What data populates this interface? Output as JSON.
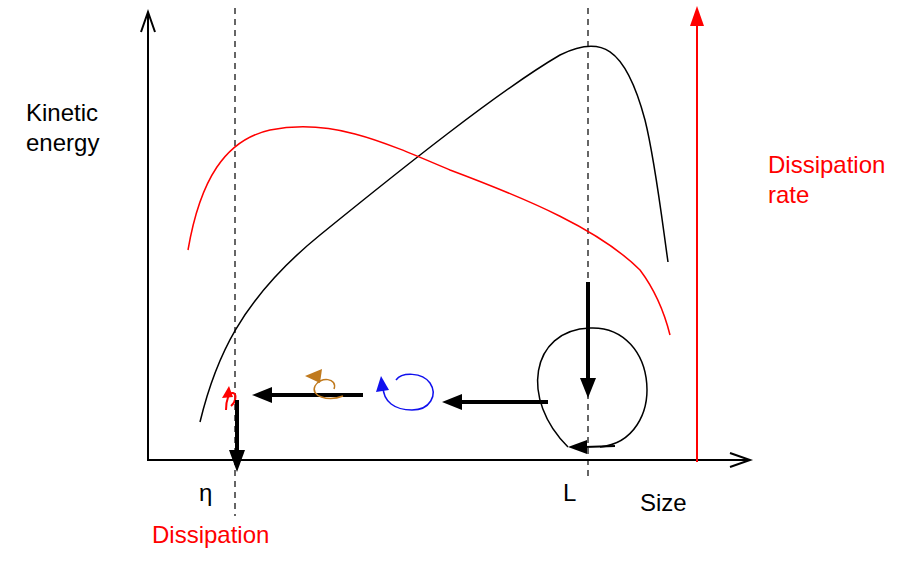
{
  "diagram": {
    "labels": [
      "Kinetic energy",
      "Dissipation rate",
      "η",
      "L",
      "Size",
      "Dissipation"
    ]
  }
}
